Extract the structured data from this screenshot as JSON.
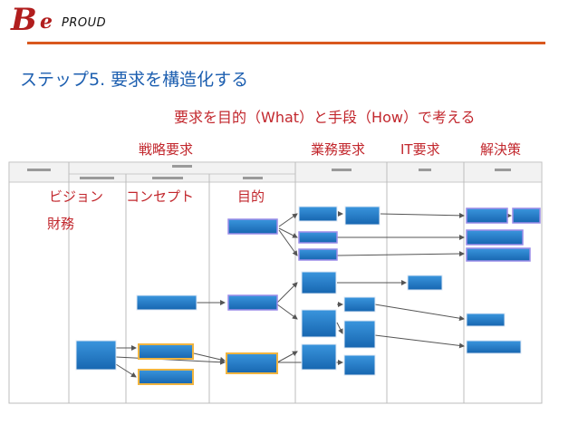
{
  "logo": {
    "b": "B",
    "e": "e",
    "proud": "PROUD"
  },
  "title": "ステップ5. 要求を構造化する",
  "subtitle": "要求を目的（What）と手段（How）で考える",
  "column_headers": {
    "strategy": "戦略要求",
    "business": "業務要求",
    "it": "IT要求",
    "solution": "解決策"
  },
  "overlay_labels": {
    "vision": "ビジョン",
    "concept": "コンセプト",
    "purpose": "目的",
    "finance": "財務"
  },
  "colors": {
    "accent_line": "#d9581e",
    "title_blue": "#1d5fb0",
    "label_red": "#c2272d",
    "box_blue": "#1f7ac4",
    "border_orange": "#f0b440",
    "border_purple": "#9b8ce8"
  }
}
